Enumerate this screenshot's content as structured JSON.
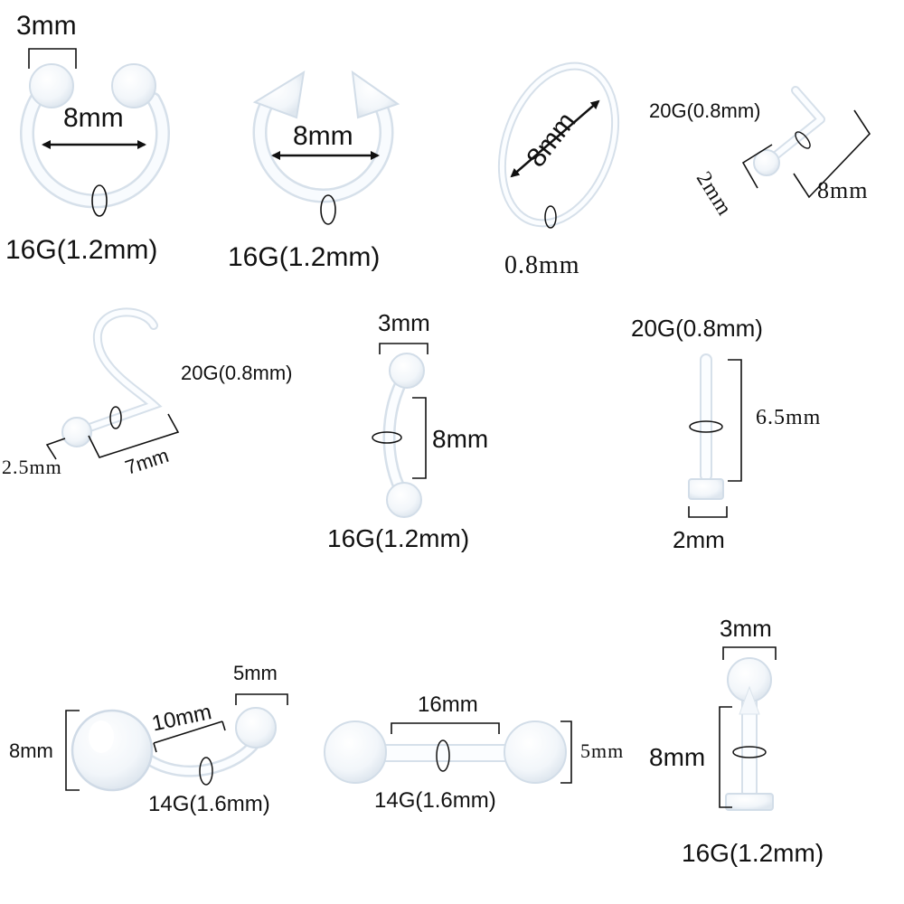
{
  "labels": {
    "p1_ball": "3mm",
    "p1_diam": "8mm",
    "p1_gauge": "16G(1.2mm)",
    "p2_diam": "8mm",
    "p2_gauge": "16G(1.2mm)",
    "p3_diam": "8mm",
    "p3_gauge": "0.8mm",
    "p4_gauge": "20G(0.8mm)",
    "p4_ball": "2mm",
    "p4_len": "8mm",
    "p5_gauge": "20G(0.8mm)",
    "p5_ball": "2.5mm",
    "p5_len": "7mm",
    "p6_ball": "3mm",
    "p6_len": "8mm",
    "p6_gauge": "16G(1.2mm)",
    "p7_gauge": "20G(0.8mm)",
    "p7_len": "6.5mm",
    "p7_disc": "2mm",
    "p8_ball_small": "5mm",
    "p8_len": "10mm",
    "p8_ball_big": "8mm",
    "p8_gauge": "14G(1.6mm)",
    "p9_len": "16mm",
    "p9_ball": "5mm",
    "p9_gauge": "14G(1.6mm)",
    "p10_ball": "3mm",
    "p10_len": "8mm",
    "p10_gauge": "16G(1.2mm)"
  },
  "colors": {
    "background": "#ffffff",
    "jewelry_edge": "#d8e2ec",
    "jewelry_fill": "#f7fafd",
    "annotation": "#111111"
  }
}
